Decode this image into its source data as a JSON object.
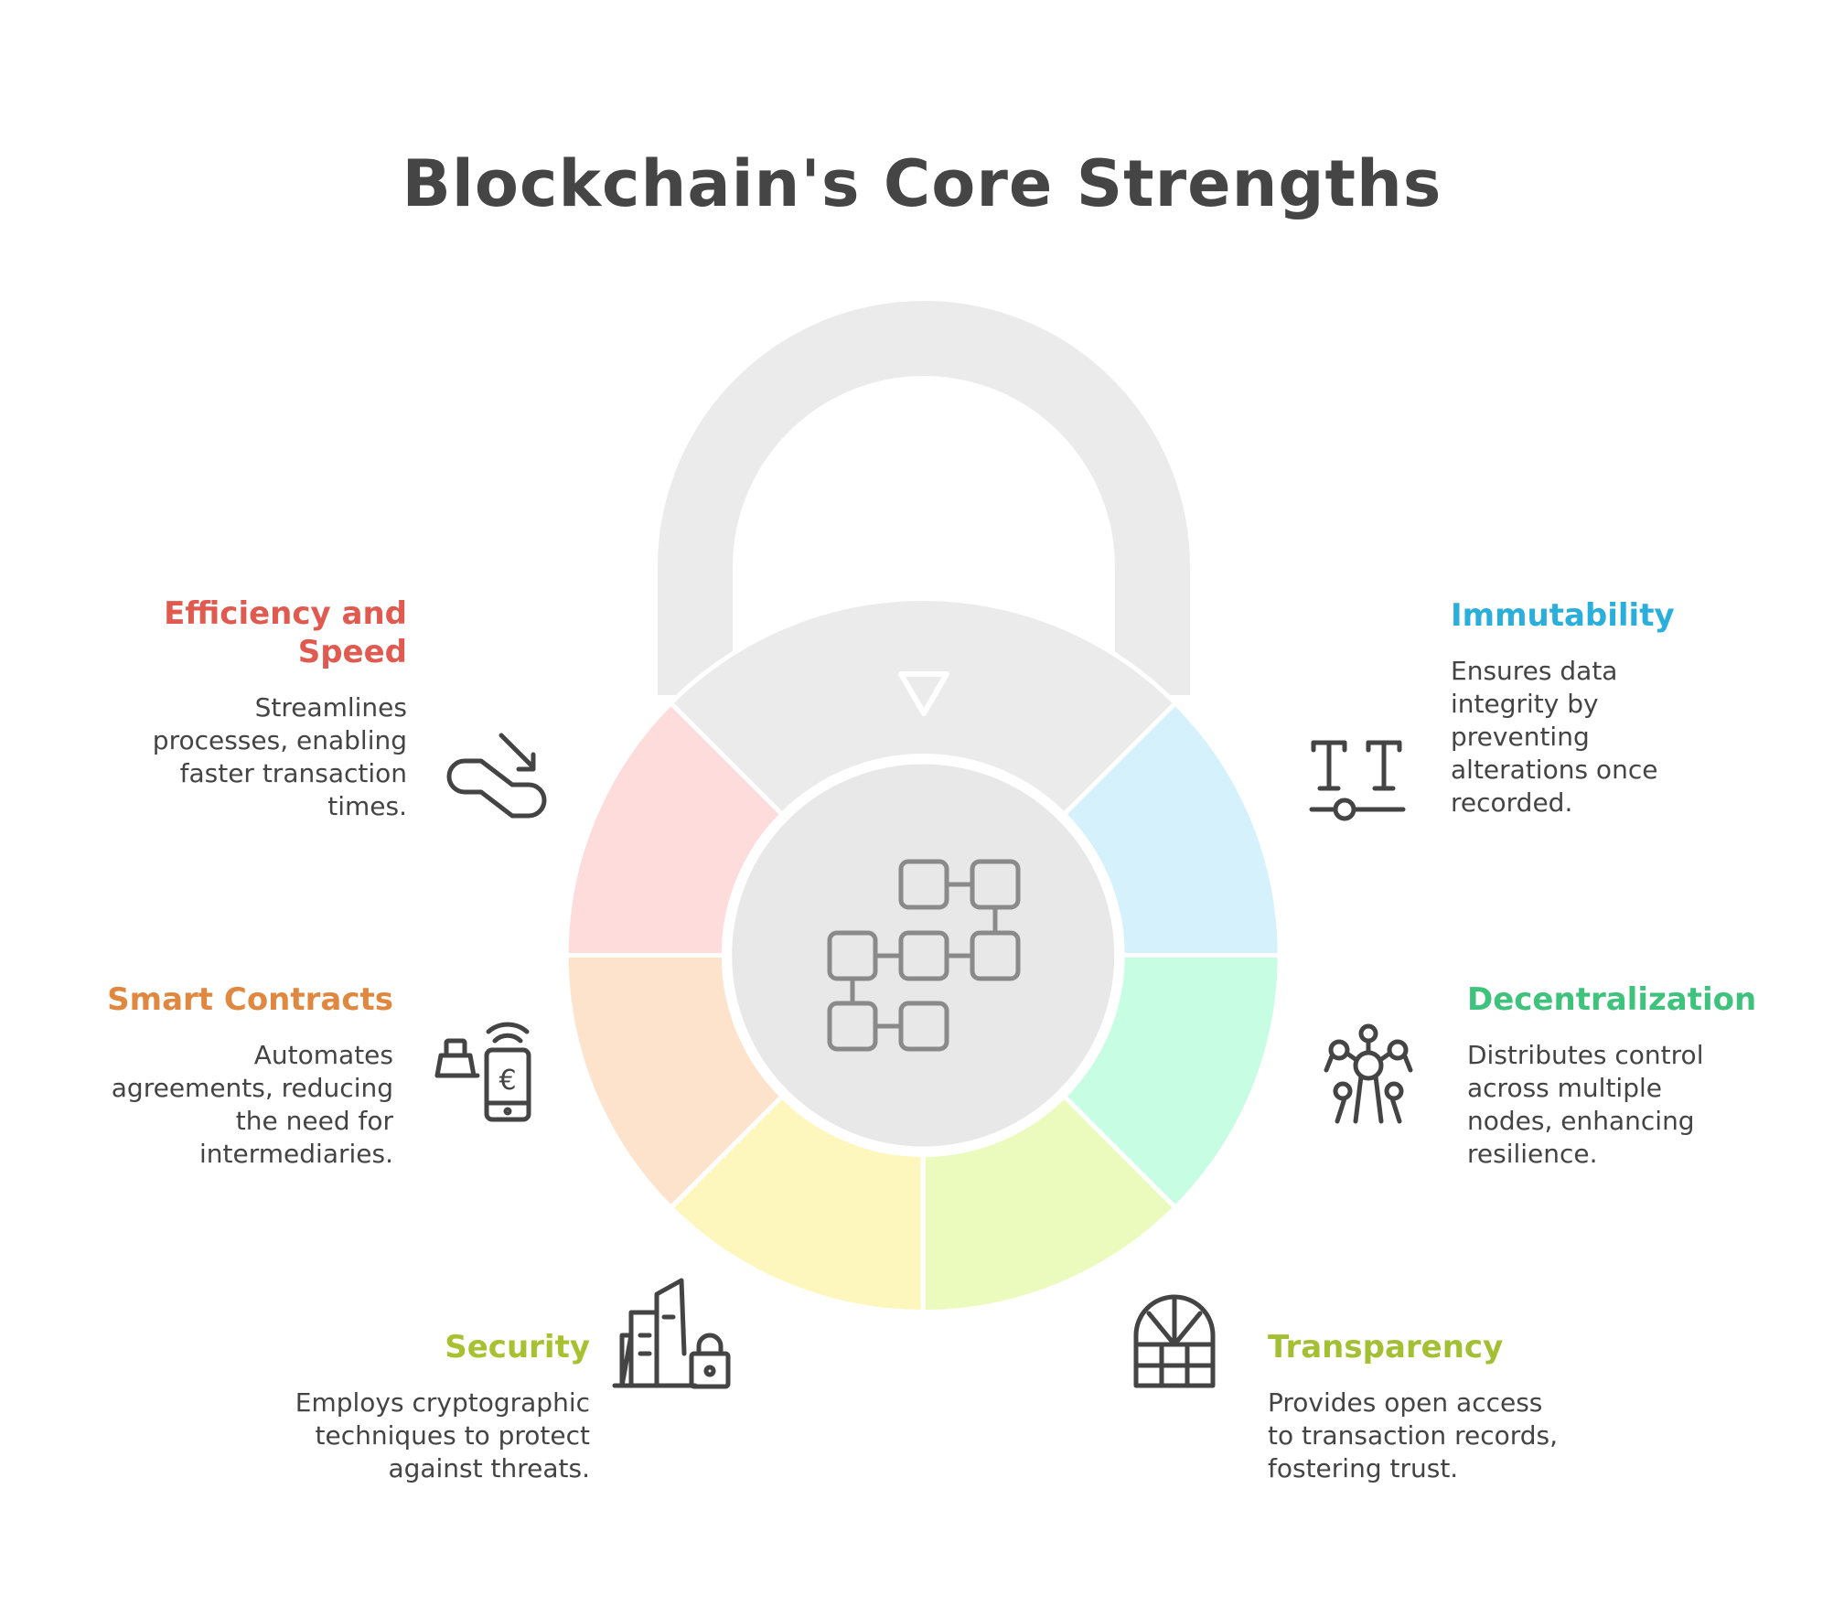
{
  "title": "Blockchain's Core Strengths",
  "colors": {
    "shackle": "#ebebeb",
    "segment_top": "#ebebeb",
    "center": "#e8e8e8",
    "icon_stroke": "#444444",
    "center_icon_stroke": "#8a8a8a"
  },
  "items": {
    "efficiency": {
      "title": "Efficiency and Speed",
      "description": "Streamlines processes, enabling faster transaction times.",
      "color": "#e05a50",
      "segment_color": "#fddcdb",
      "icon": "escalator-icon"
    },
    "smart_contracts": {
      "title": "Smart Contracts",
      "description": "Automates agreements, reducing the need for intermediaries.",
      "color": "#e0883f",
      "segment_color": "#fde3cc",
      "icon": "mobile-payment-icon"
    },
    "security": {
      "title": "Security",
      "description": "Employs cryptographic techniques to protect against threats.",
      "color": "#a8c130",
      "segment_color": "#fef7bd",
      "icon": "buildings-lock-icon"
    },
    "transparency": {
      "title": "Transparency",
      "description": "Provides open access to transaction records, fostering trust.",
      "color": "#a3c034",
      "segment_color": "#ebfbbe",
      "icon": "window-icon"
    },
    "decentralization": {
      "title": "Decentralization",
      "description": "Distributes control across multiple nodes, enhancing resilience.",
      "color": "#3fc27c",
      "segment_color": "#c6fde3",
      "icon": "network-tower-icon"
    },
    "immutability": {
      "title": "Immutability",
      "description": "Ensures data integrity by preventing alterations once recorded.",
      "color": "#2aaedb",
      "segment_color": "#d4f1fc",
      "icon": "text-lock-icon"
    }
  }
}
